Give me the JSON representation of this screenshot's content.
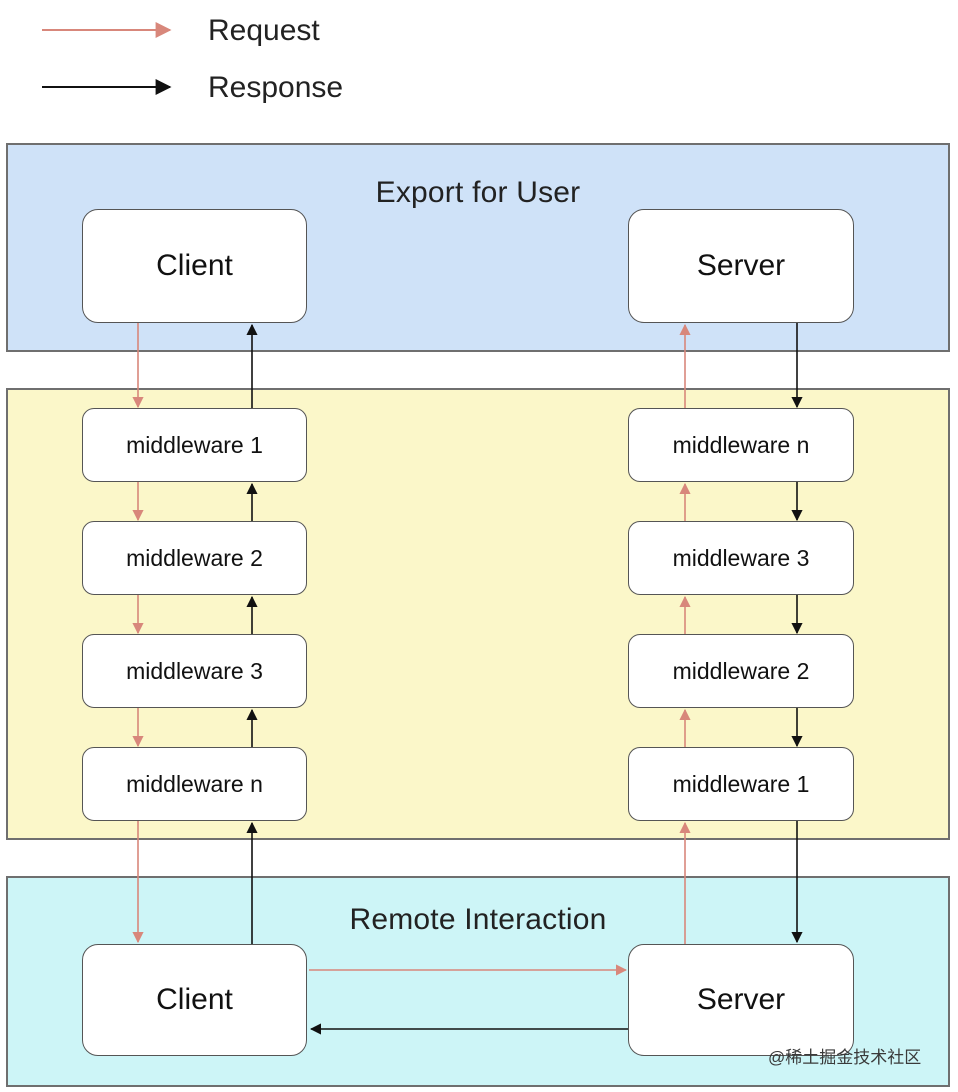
{
  "legend": {
    "request_label": "Request",
    "response_label": "Response"
  },
  "colors": {
    "request": "#d8877b",
    "response": "#111111",
    "user_region": "#cfe2f8",
    "middleware_region": "#fbf7c9",
    "remote_region": "#cdf5f7"
  },
  "regions": {
    "user": {
      "title": "Export for User",
      "client": "Client",
      "server": "Server"
    },
    "middleware": {
      "client_side": [
        "middleware 1",
        "middleware 2",
        "middleware 3",
        "middleware n"
      ],
      "server_side": [
        "middleware n",
        "middleware 3",
        "middleware 2",
        "middleware 1"
      ]
    },
    "remote": {
      "title": "Remote Interaction",
      "client": "Client",
      "server": "Server"
    }
  },
  "watermark": "@稀土掘金技术社区"
}
